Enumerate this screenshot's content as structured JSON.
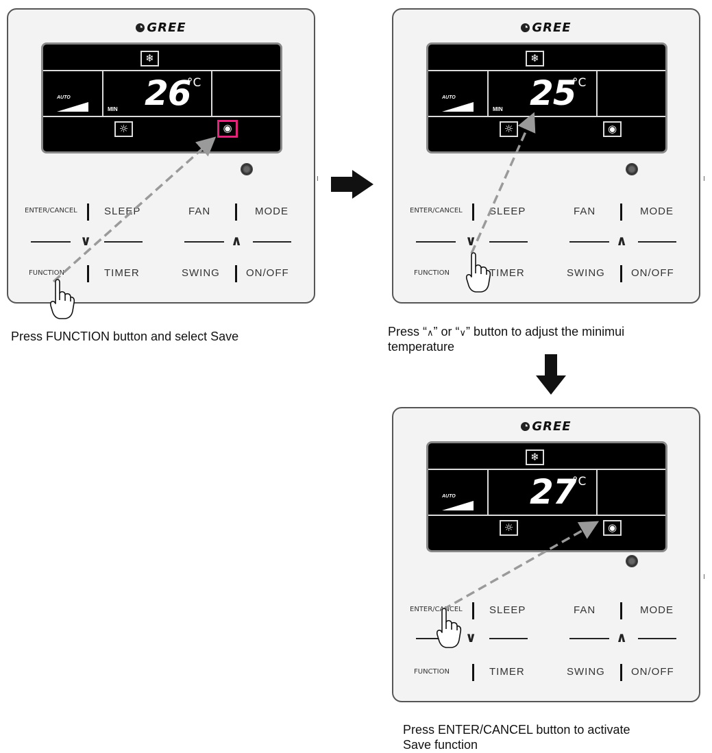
{
  "panels": [
    {
      "brand": "GREE",
      "temperature": "26",
      "unit": "°C",
      "min_label": "MIN",
      "auto_label": "AUTO",
      "save_icon_highlighted": true,
      "buttons": {
        "enter_cancel": "ENTER/CANCEL",
        "sleep": "SLEEP",
        "fan": "FAN",
        "mode": "MODE",
        "function": "FUNCTION",
        "timer": "TIMER",
        "swing": "SWING",
        "on_off": "ON/OFF"
      }
    },
    {
      "brand": "GREE",
      "temperature": "25",
      "unit": "°C",
      "min_label": "MIN",
      "auto_label": "AUTO",
      "save_icon_highlighted": false,
      "buttons": {
        "enter_cancel": "ENTER/CANCEL",
        "sleep": "SLEEP",
        "fan": "FAN",
        "mode": "MODE",
        "function": "FUNCTION",
        "timer": "TIMER",
        "swing": "SWING",
        "on_off": "ON/OFF"
      }
    },
    {
      "brand": "GREE",
      "temperature": "27",
      "unit": "°C",
      "auto_label": "AUTO",
      "save_icon_highlighted": false,
      "buttons": {
        "enter_cancel": "ENTER/CANCEL",
        "sleep": "SLEEP",
        "fan": "FAN",
        "mode": "MODE",
        "function": "FUNCTION",
        "timer": "TIMER",
        "swing": "SWING",
        "on_off": "ON/OFF"
      }
    }
  ],
  "captions": {
    "step1": "Press FUNCTION button and select Save",
    "step2_prefix": "Press “",
    "step2_up_glyph": "∧",
    "step2_mid": "” or “",
    "step2_down_glyph": "∨",
    "step2_suffix": "” button to adjust the minimui",
    "step2_line2": "temperature",
    "step3_line1": "Press ENTER/CANCEL button to activate",
    "step3_line2": "Save function"
  },
  "colors": {
    "highlight": "#e0257a",
    "arrow_dashed": "#9a9a9a",
    "flow_arrow": "#111111",
    "lcd_background": "#000000"
  }
}
